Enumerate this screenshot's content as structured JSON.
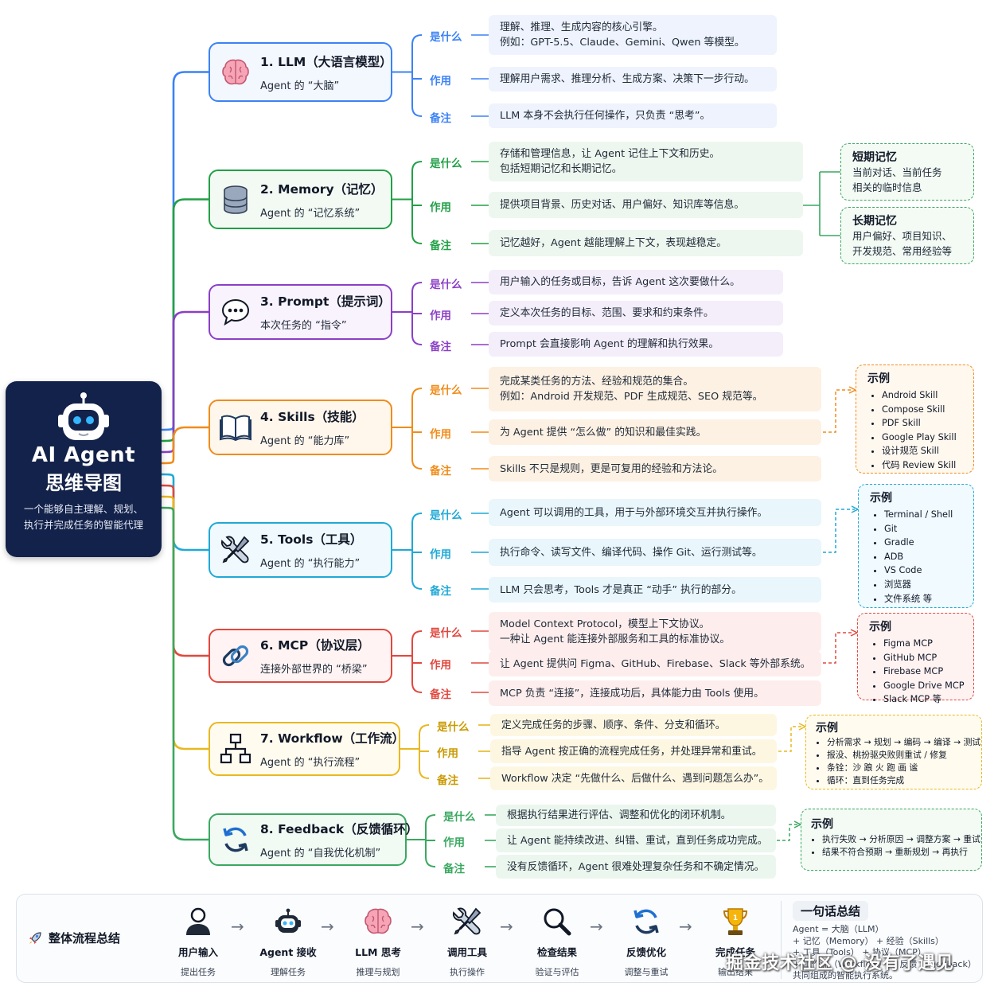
{
  "center": {
    "title": "AI Agent",
    "subtitle": "思维导图",
    "desc_line1": "一个能够自主理解、规划、",
    "desc_line2": "执行并完成任务的智能代理"
  },
  "labels": {
    "what": "是什么",
    "role": "作用",
    "note": "备注",
    "example": "示例"
  },
  "branches": [
    {
      "color": "#3b82f6",
      "icon": "brain-icon",
      "title": "1. LLM（大语言模型）",
      "subtitle": "Agent 的 “大脑”",
      "what": [
        "理解、推理、生成内容的核心引擎。",
        "例如：GPT-5.5、Claude、Gemini、Qwen 等模型。"
      ],
      "role": [
        "理解用户需求、推理分析、生成方案、决策下一步行动。"
      ],
      "note": [
        "LLM 本身不会执行任何操作，只负责 “思考”。"
      ]
    },
    {
      "color": "#22a046",
      "icon": "database-icon",
      "title": "2. Memory（记忆）",
      "subtitle": "Agent 的 “记忆系统”",
      "what": [
        "存储和管理信息，让 Agent 记住上下文和历史。",
        "包括短期记忆和长期记忆。"
      ],
      "role": [
        "提供项目背景、历史对话、用户偏好、知识库等信息。"
      ],
      "note": [
        "记忆越好，Agent 越能理解上下文，表现越稳定。"
      ]
    },
    {
      "color": "#8b3fc6",
      "icon": "speech-bubble-icon",
      "title": "3. Prompt（提示词）",
      "subtitle": "本次任务的 “指令”",
      "what": [
        "用户输入的任务或目标，告诉 Agent 这次要做什么。"
      ],
      "role": [
        "定义本次任务的目标、范围、要求和约束条件。"
      ],
      "note": [
        "Prompt 会直接影响 Agent 的理解和执行效果。"
      ]
    },
    {
      "color": "#f08c1a",
      "icon": "open-book-icon",
      "title": "4. Skills（技能）",
      "subtitle": "Agent 的 “能力库”",
      "what": [
        "完成某类任务的方法、经验和规范的集合。",
        "例如：Android 开发规范、PDF 生成规范、SEO 规范等。"
      ],
      "role": [
        "为 Agent 提供 “怎么做” 的知识和最佳实践。"
      ],
      "note": [
        "Skills 不只是规则，更是可复用的经验和方法论。"
      ]
    },
    {
      "color": "#1fa9d6",
      "icon": "tools-icon",
      "title": "5. Tools（工具）",
      "subtitle": "Agent 的 “执行能力”",
      "what": [
        "Agent 可以调用的工具，用于与外部环境交互并执行操作。"
      ],
      "role": [
        "执行命令、读写文件、编译代码、操作 Git、运行测试等。"
      ],
      "note": [
        "LLM 只会思考，Tools 才是真正 “动手” 执行的部分。"
      ]
    },
    {
      "color": "#e0483f",
      "icon": "link-icon",
      "title": "6. MCP（协议层）",
      "subtitle": "连接外部世界的 “桥梁”",
      "what": [
        "Model Context Protocol，模型上下文协议。",
        "一种让 Agent 能连接外部服务和工具的标准协议。"
      ],
      "role": [
        "让 Agent 提供问 Figma、GitHub、Firebase、Slack 等外部系统。"
      ],
      "note": [
        "MCP 负责 “连接”，连接成功后，具体能力由 Tools 使用。"
      ]
    },
    {
      "color": "#e8b820",
      "icon": "workflow-icon",
      "title": "7. Workflow（工作流）",
      "subtitle": "Agent 的 “执行流程”",
      "what": [
        "定义完成任务的步骤、顺序、条件、分支和循环。"
      ],
      "role": [
        "指导 Agent 按正确的流程完成任务，并处理异常和重试。"
      ],
      "note": [
        "Workflow 决定 “先做什么、后做什么、遇到问题怎么办”。"
      ]
    },
    {
      "color": "#3aa860",
      "icon": "refresh-cycle-icon",
      "title": "8. Feedback（反馈循环）",
      "subtitle": "Agent 的 “自我优化机制”",
      "what": [
        "根据执行结果进行评估、调整和优化的闭环机制。"
      ],
      "role": [
        "让 Agent 能持续改进、纠错、重试，直到任务成功完成。"
      ],
      "note": [
        "没有反馈循环，Agent 很难处理复杂任务和不确定情况。"
      ]
    }
  ],
  "memory_boxes": [
    {
      "title": "短期记忆",
      "lines": [
        "当前对话、当前任务",
        "相关的临时信息"
      ]
    },
    {
      "title": "长期记忆",
      "lines": [
        "用户偏好、项目知识、",
        "开发规范、常用经验等"
      ]
    }
  ],
  "examples": {
    "skills": [
      "Android Skill",
      "Compose Skill",
      "PDF Skill",
      "Google Play Skill",
      "设计规范 Skill",
      "代码 Review Skill"
    ],
    "tools": [
      "Terminal / Shell",
      "Git",
      "Gradle",
      "ADB",
      "VS Code",
      "浏览器",
      "文件系统 等"
    ],
    "mcp": [
      "Figma MCP",
      "GitHub MCP",
      "Firebase MCP",
      "Google Drive MCP",
      "Slack MCP 等"
    ],
    "workflow": [
      "分析需求 → 规划 → 编码 → 编译 → 测试",
      "报没、桃扮驱央败则重试 / 修复",
      "条铨：沙 踉 火 跑 画 谧",
      "循环：直到任务完成"
    ],
    "feedback": [
      "执行失败 → 分析原因 → 调整方案 → 重试",
      "结果不符合预期 → 重新规划 → 再执行"
    ]
  },
  "flow": {
    "title": "整体流程总结",
    "steps": [
      {
        "icon": "user-icon",
        "label": "用户输入",
        "sub": "提出任务"
      },
      {
        "icon": "robot-icon",
        "label": "Agent 接收",
        "sub": "理解任务"
      },
      {
        "icon": "brain-icon",
        "label": "LLM 思考",
        "sub": "推理与规划"
      },
      {
        "icon": "tools-icon",
        "label": "调用工具",
        "sub": "执行操作"
      },
      {
        "icon": "magnifier-icon",
        "label": "检查结果",
        "sub": "验证与评估"
      },
      {
        "icon": "refresh-cycle-icon",
        "label": "反馈优化",
        "sub": "调整与重试"
      },
      {
        "icon": "trophy-icon",
        "label": "完成任务",
        "sub": "输出结果"
      }
    ],
    "arrow": "→",
    "summary_title": "一句话总结",
    "summary_lines": [
      "Agent = 大脑（LLM）",
      "+ 记忆（Memory）        + 经验（Skills）",
      "+ 工具（Tools）          + 协议（MCP）",
      "+ 工作流（Workflow） + 反馈（Feedback）",
      "共同组成的智能执行系统。"
    ]
  },
  "watermark": "掘金技术社区 @ 没有了遇见"
}
